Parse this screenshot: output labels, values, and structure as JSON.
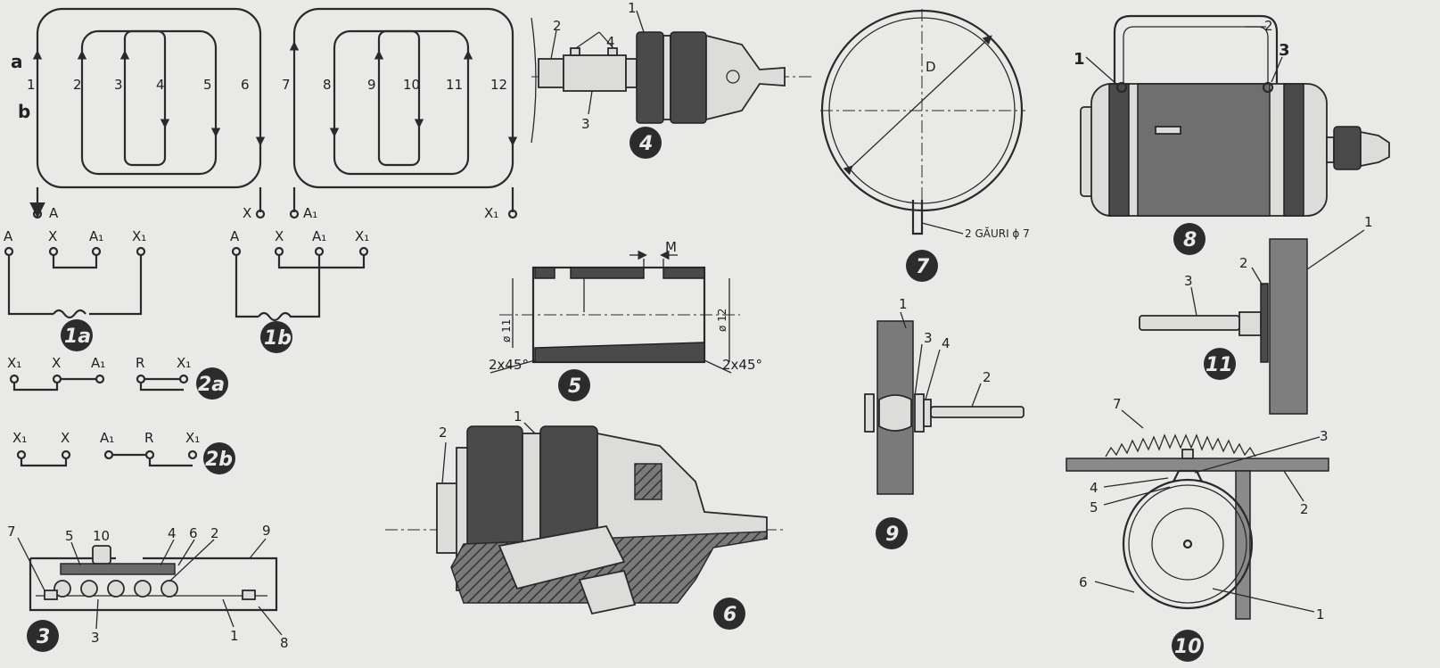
{
  "fig1": {
    "badge_a": "1a",
    "badge_b": "1b",
    "label_a": "a",
    "label_b": "b",
    "coil_numbers": [
      "1",
      "2",
      "3",
      "4",
      "5",
      "6",
      "7",
      "8",
      "9",
      "10",
      "11",
      "12"
    ],
    "terminals": {
      "A": "A",
      "X": "X",
      "A1": "A₁",
      "X1": "X₁"
    }
  },
  "fig2": {
    "badge_a": "2a",
    "badge_b": "2b",
    "terminals": [
      "X₁",
      "X",
      "A₁",
      "R",
      "X₁"
    ]
  },
  "fig3": {
    "badge": "3",
    "parts": [
      "7",
      "5",
      "10",
      "4",
      "6",
      "2",
      "9",
      "3",
      "1",
      "8"
    ]
  },
  "fig4": {
    "badge": "4",
    "parts": [
      "1",
      "2",
      "4",
      "3"
    ]
  },
  "fig5": {
    "badge": "5",
    "dim_m": "M",
    "dim_d11": "ø 11",
    "dim_d12": "ø 12",
    "chamfer_left": "2x45°",
    "chamfer_right": "2x45°"
  },
  "fig6": {
    "badge": "6",
    "parts": [
      "2",
      "1"
    ]
  },
  "fig7": {
    "badge": "7",
    "dim_d": "D",
    "note": "2 GĂURI ϕ 7"
  },
  "fig8": {
    "badge": "8",
    "parts": [
      "1",
      "2",
      "3"
    ]
  },
  "fig9": {
    "badge": "9",
    "parts": [
      "1",
      "3",
      "4",
      "2"
    ]
  },
  "fig10": {
    "badge": "10",
    "parts": [
      "7",
      "3",
      "4",
      "5",
      "2",
      "6",
      "1"
    ]
  },
  "fig11": {
    "badge": "11",
    "parts": [
      "1",
      "2",
      "3"
    ]
  }
}
